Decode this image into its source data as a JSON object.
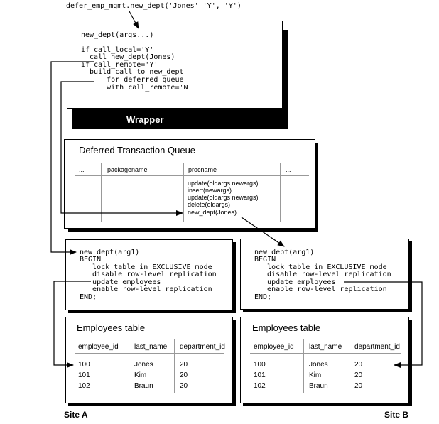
{
  "top_call": "defer_emp_mgmt.new_dept('Jones' 'Y', 'Y')",
  "wrapper": {
    "code": [
      "new_dept(args...)",
      "",
      "if call_local='Y'",
      "  call new_dept(Jones)",
      "if call_remote='Y'",
      "  build call to new_dept",
      "      for deferred queue",
      "      with call_remote='N'"
    ],
    "label": "Wrapper"
  },
  "queue": {
    "title": "Deferred Transaction Queue",
    "headers": [
      "...",
      "packagename",
      "procname",
      "..."
    ],
    "procs": [
      "update(oldargs newargs)",
      "insert(newargs)",
      "update(oldargs newargs)",
      "delete(oldargs)",
      "new_dept(Jones)"
    ]
  },
  "procedure_a": [
    "new_dept(arg1)",
    "BEGIN",
    "   lock table in EXCLUSIVE mode",
    "   disable row-level replication",
    "   update employees",
    "   enable row-level replication",
    "END;"
  ],
  "procedure_b": [
    "new_dept(arg1)",
    "BEGIN",
    "   lock table in EXCLUSIVE mode",
    "   disable row-level replication",
    "   update employees",
    "   enable row-level replication",
    "END;"
  ],
  "table_a": {
    "title": "Employees table",
    "headers": [
      "employee_id",
      "last_name",
      "department_id"
    ],
    "rows": [
      [
        "100",
        "Jones",
        "20"
      ],
      [
        "101",
        "Kim",
        "20"
      ],
      [
        "102",
        "Braun",
        "20"
      ]
    ]
  },
  "table_b": {
    "title": "Employees table",
    "headers": [
      "employee_id",
      "last_name",
      "department_id"
    ],
    "rows": [
      [
        "100",
        "Jones",
        "20"
      ],
      [
        "101",
        "Kim",
        "20"
      ],
      [
        "102",
        "Braun",
        "20"
      ]
    ]
  },
  "site_a": "Site A",
  "site_b": "Site B"
}
